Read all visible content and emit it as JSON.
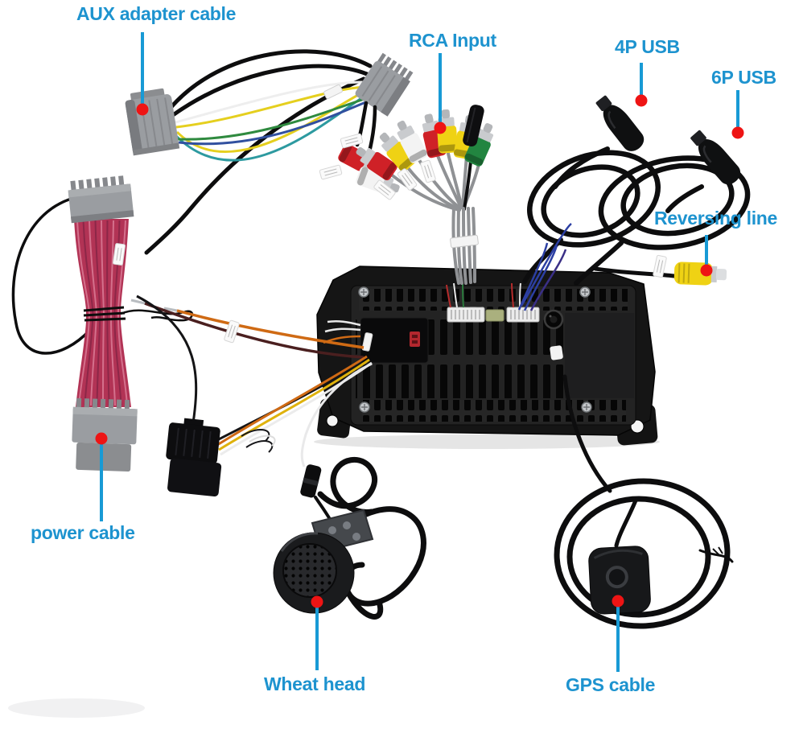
{
  "colors": {
    "background": "#ffffff",
    "label_text": "#1d93cf",
    "pointer_line": "#189ad5",
    "marker_dot": "#ee1414",
    "rca_red": "#cf2127",
    "rca_yellow": "#efd214",
    "rca_green": "#228540",
    "rca_white": "#f3f3f3",
    "power_ribbon": "#b23355",
    "connector_gray": "#9a9da1",
    "cable_black": "#0d0d0e"
  },
  "annotations": [
    {
      "id": "aux-adapter-cable",
      "text": "AUX adapter cable"
    },
    {
      "id": "rca-input",
      "text": "RCA Input"
    },
    {
      "id": "usb-4p",
      "text": "4P USB"
    },
    {
      "id": "usb-6p",
      "text": "6P USB"
    },
    {
      "id": "reversing-line",
      "text": "Reversing line"
    },
    {
      "id": "power-cable",
      "text": "power cable"
    },
    {
      "id": "wheat-head",
      "text": "Wheat head"
    },
    {
      "id": "gps-cable",
      "text": "GPS cable"
    }
  ],
  "components": [
    "aux-adapter-cable",
    "rca-input-cluster",
    "usb-4p-cable",
    "usb-6p-cable",
    "reversing-line",
    "head-unit",
    "power-cable",
    "iso-connector",
    "wheat-head-speaker",
    "gps-antenna"
  ]
}
